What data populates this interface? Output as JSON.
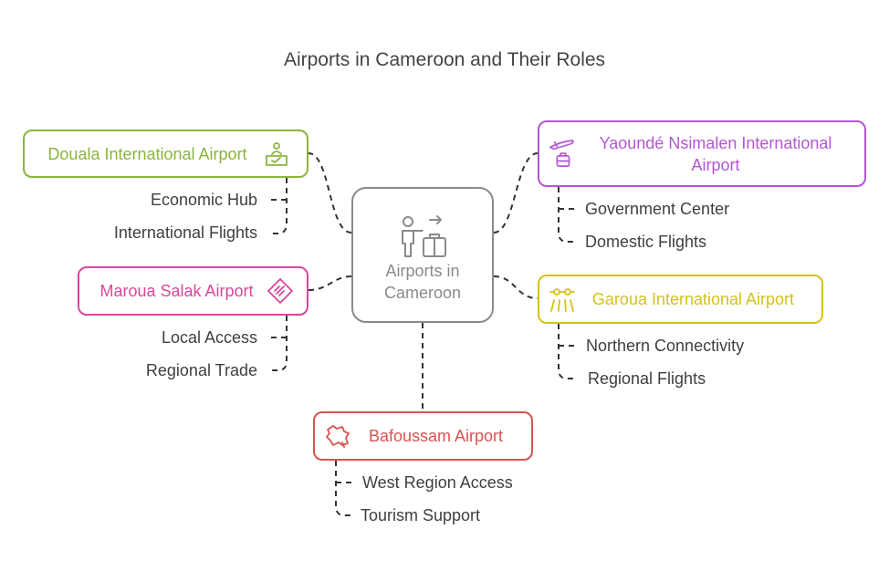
{
  "title": "Airports in Cameroon and Their Roles",
  "center": {
    "label_line1": "Airports in",
    "label_line2": "Cameroon",
    "icon": "traveler-luggage-icon"
  },
  "nodes": {
    "douala": {
      "label": "Douala International Airport",
      "color": "#8ab53c",
      "icon": "check-in-desk-icon",
      "items": [
        "Economic Hub",
        "International Flights"
      ]
    },
    "maroua": {
      "label": "Maroua Salak Airport",
      "color": "#d9479a",
      "icon": "boarding-pass-icon",
      "items": [
        "Local Access",
        "Regional Trade"
      ]
    },
    "yaounde": {
      "label_line1": "Yaoundé Nsimalen International",
      "label_line2": "Airport",
      "color": "#b455d6",
      "icon": "plane-suitcase-icon",
      "items": [
        "Government Center",
        "Domestic Flights"
      ]
    },
    "garoua": {
      "label": "Garoua International Airport",
      "color": "#d4c21a",
      "icon": "runway-lights-icon",
      "items": [
        "Northern Connectivity",
        "Regional Flights"
      ]
    },
    "bafoussam": {
      "label": "Bafoussam Airport",
      "color": "#d9534f",
      "icon": "map-region-icon",
      "items": [
        "West Region Access",
        "Tourism Support"
      ]
    }
  },
  "connector_color": "#333333"
}
